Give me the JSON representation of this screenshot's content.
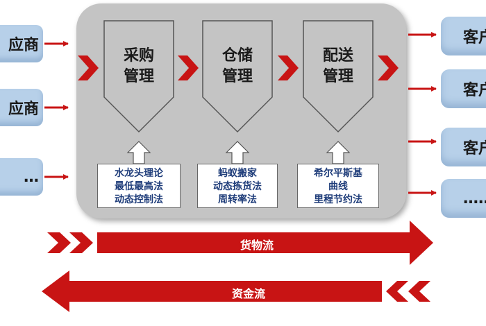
{
  "suppliers": [
    "应商",
    "应商",
    "…"
  ],
  "customers": [
    "客户",
    "客户",
    "客户",
    "……"
  ],
  "stages": [
    {
      "line1": "采购",
      "line2": "管理",
      "methods": [
        "水龙头理论",
        "最低最高法",
        "动态控制法"
      ]
    },
    {
      "line1": "仓储",
      "line2": "管理",
      "methods": [
        "蚂蚁搬家",
        "动态拣货法",
        "周转率法"
      ]
    },
    {
      "line1": "配送",
      "line2": "管理",
      "methods": [
        "希尔平斯基",
        "曲线",
        "里程节约法"
      ]
    }
  ],
  "flows": {
    "goods": "货物流",
    "capital": "资金流"
  },
  "colors": {
    "accent_red": "#c81414",
    "panel_gray": "#c4c4c4",
    "node_blue": "#b7d0e9",
    "method_text": "#1f3d7a"
  }
}
